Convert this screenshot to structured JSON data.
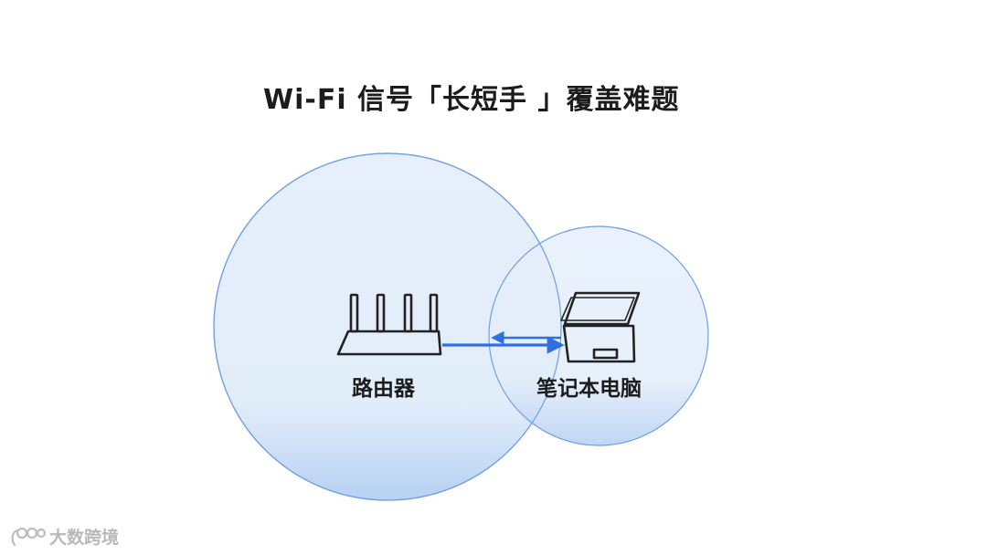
{
  "title": "Wi-Fi 信号「长短手 」覆盖难题",
  "nodes": {
    "router": {
      "label": "路由器",
      "icon": "router-icon"
    },
    "laptop": {
      "label": "笔记本电脑",
      "icon": "laptop-icon"
    }
  },
  "watermark": {
    "text": "大数跨境",
    "icon": "brand-logo-icon"
  },
  "colors": {
    "coverage_fill": "#e3eefb",
    "coverage_stroke": "#6f9ee6",
    "link_arrow": "#2f6fe0",
    "icon_stroke": "#222222",
    "text": "#1c1c1c"
  }
}
